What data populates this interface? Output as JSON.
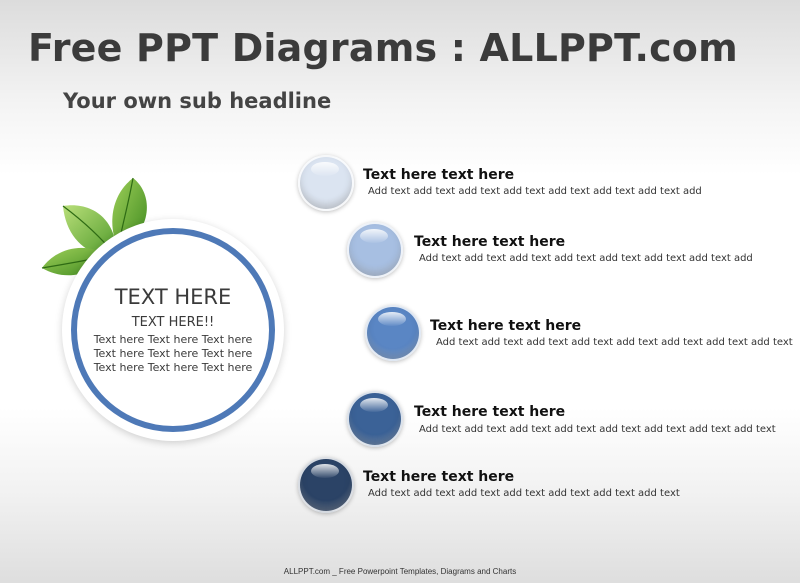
{
  "title": "Free PPT Diagrams : ALLPPT.com",
  "subtitle": "Your own sub headline",
  "center": {
    "title": "TEXT HERE",
    "subtitle": "TEXT HERE!!",
    "lines": [
      "Text here Text here Text here",
      "Text here Text here Text here",
      "Text here Text here Text here"
    ]
  },
  "items": [
    {
      "heading": "Text here text here",
      "body": "Add text add text add text add text add text add text add text add",
      "color": "#dbe4f1"
    },
    {
      "heading": "Text here text here",
      "body": "Add text add text add text add text add text add text add text add",
      "color": "#a7bfe2"
    },
    {
      "heading": "Text here text here",
      "body": "Add text add text add text add text add text add text add text add text",
      "color": "#5a86c4"
    },
    {
      "heading": "Text here text here",
      "body": "Add text add text add text add text add text add text add text add text",
      "color": "#3b6297"
    },
    {
      "heading": "Text here text here",
      "body": "Add text add text add text add text add text add text add text",
      "color": "#2b4366"
    }
  ],
  "decoration": {
    "leaves_icon": "leaf-icon",
    "ring_color": "#4e79b7"
  },
  "footer": "ALLPPT.com _ Free Powerpoint Templates, Diagrams and Charts"
}
